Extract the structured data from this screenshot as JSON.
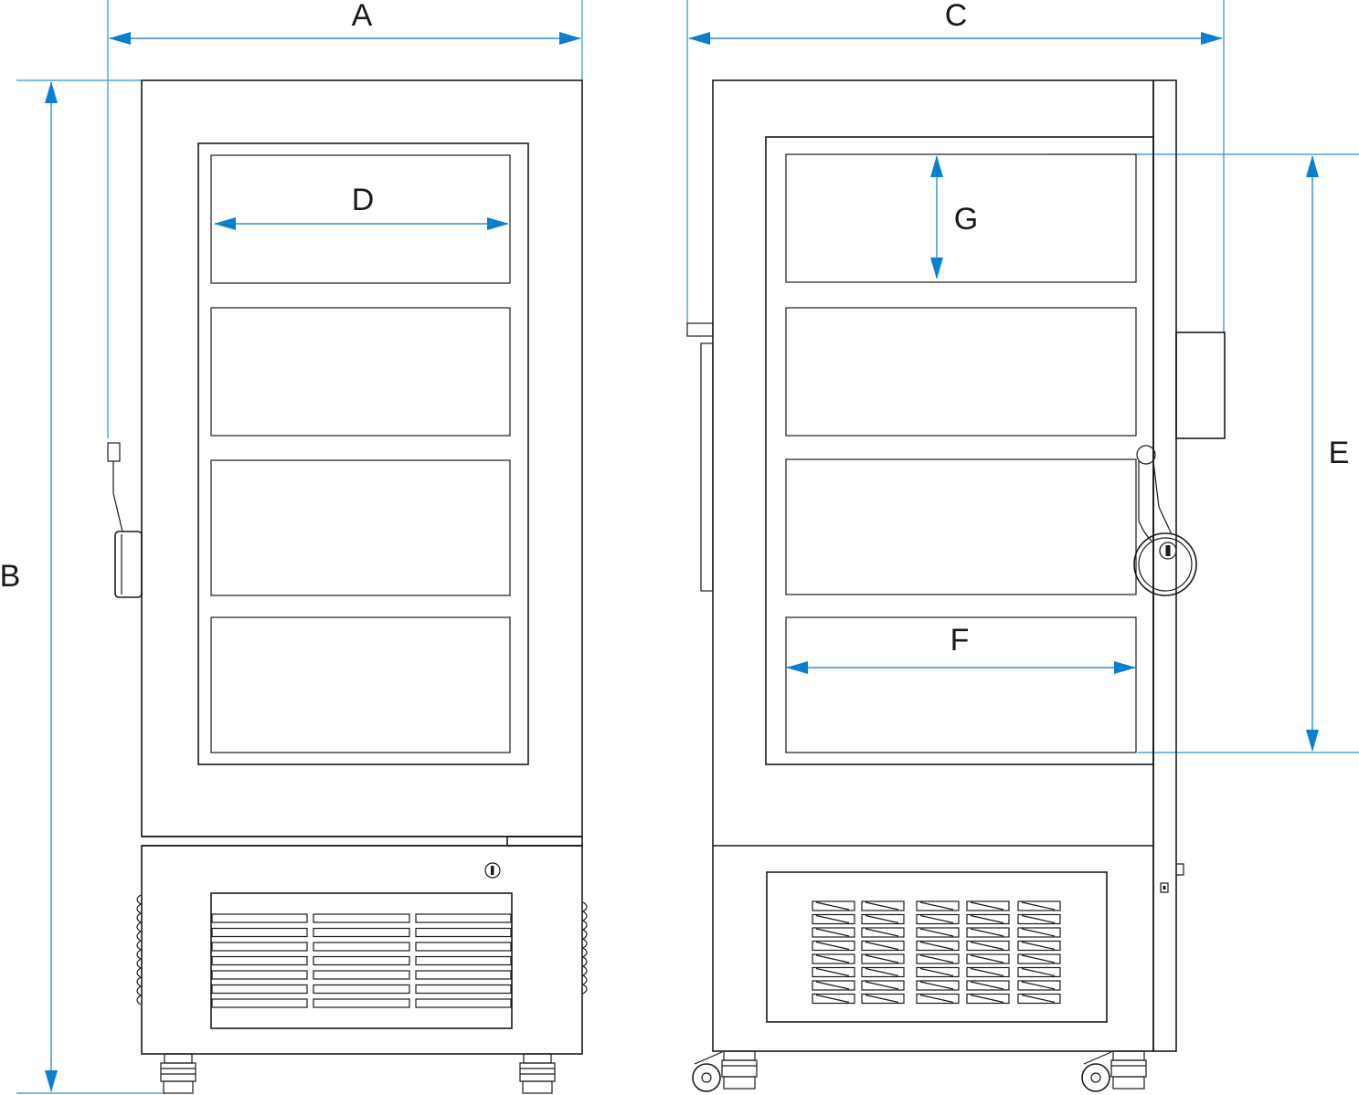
{
  "colors": {
    "outline": "#1a1a1a",
    "dimension": "#2a8fd0",
    "arrowhead": "#0a7fd0"
  },
  "front_view": {
    "labels": {
      "width": "A",
      "height": "B",
      "drawer_width": "D"
    },
    "shelves": 4,
    "grille_columns": 3
  },
  "side_view": {
    "labels": {
      "depth": "C",
      "interior_height": "E",
      "drawer_depth": "F",
      "drawer_height": "G"
    },
    "drawers": 4,
    "vent_columns": 5,
    "vent_rows": 8
  }
}
